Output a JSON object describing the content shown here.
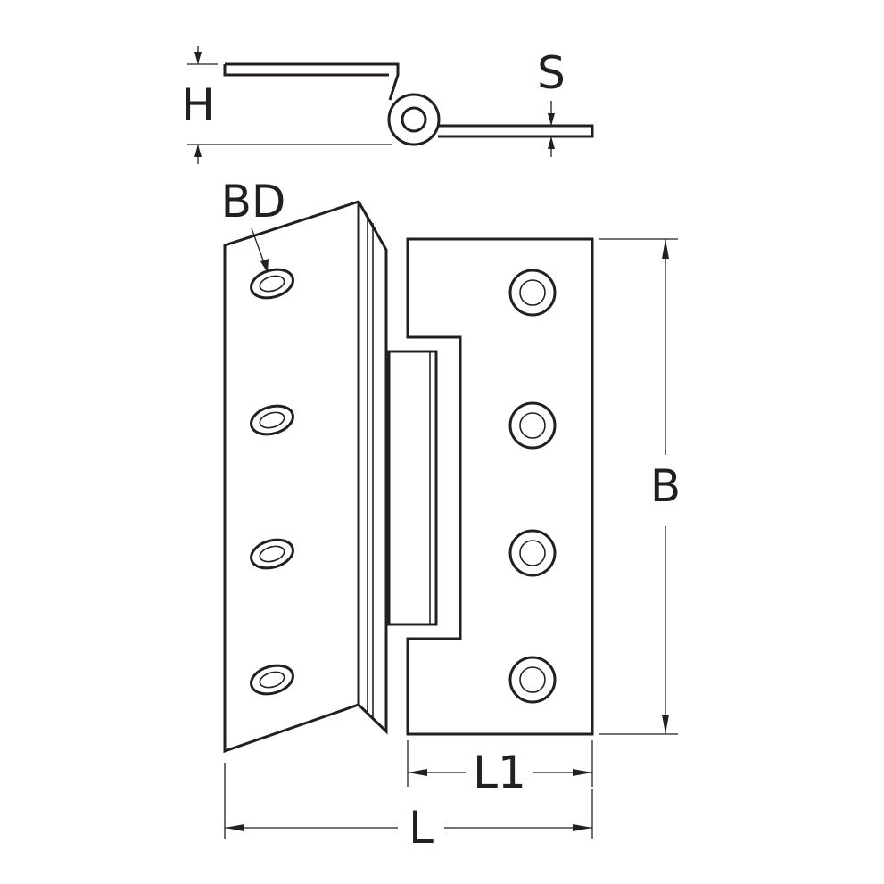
{
  "diagram": {
    "dimension_labels": {
      "H": "H",
      "S": "S",
      "BD": "BD",
      "B": "B",
      "L1": "L1",
      "L": "L"
    },
    "parts": {
      "left_leaf_holes": 4,
      "right_leaf_holes": 4
    },
    "colors": {
      "line": "#231f20",
      "background": "#ffffff"
    }
  }
}
